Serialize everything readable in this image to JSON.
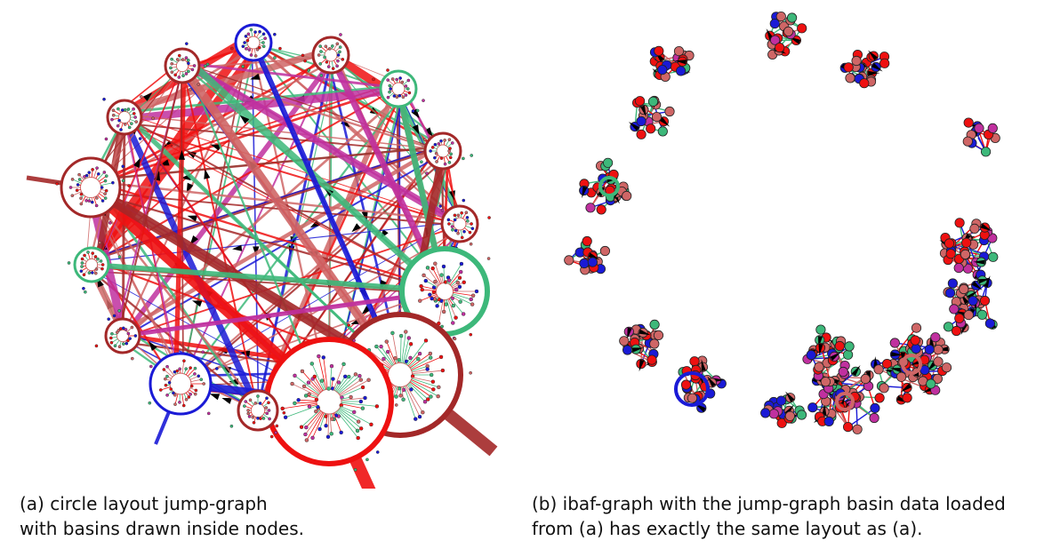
{
  "panel_a": {
    "caption_line1": "(a) circle layout jump-graph",
    "caption_line2": "with basins drawn inside nodes."
  },
  "panel_b": {
    "caption_line1": "(b) ibaf-graph with the jump-graph basin data loaded",
    "caption_line2": "from (a) has exactly the same layout as (a)."
  },
  "colors": {
    "red": "#ee1111",
    "dark_red": "#a32828",
    "rose": "#cf6666",
    "blue": "#1a1ad6",
    "green": "#3db87a",
    "magenta": "#c0309f",
    "black": "#000000"
  }
}
